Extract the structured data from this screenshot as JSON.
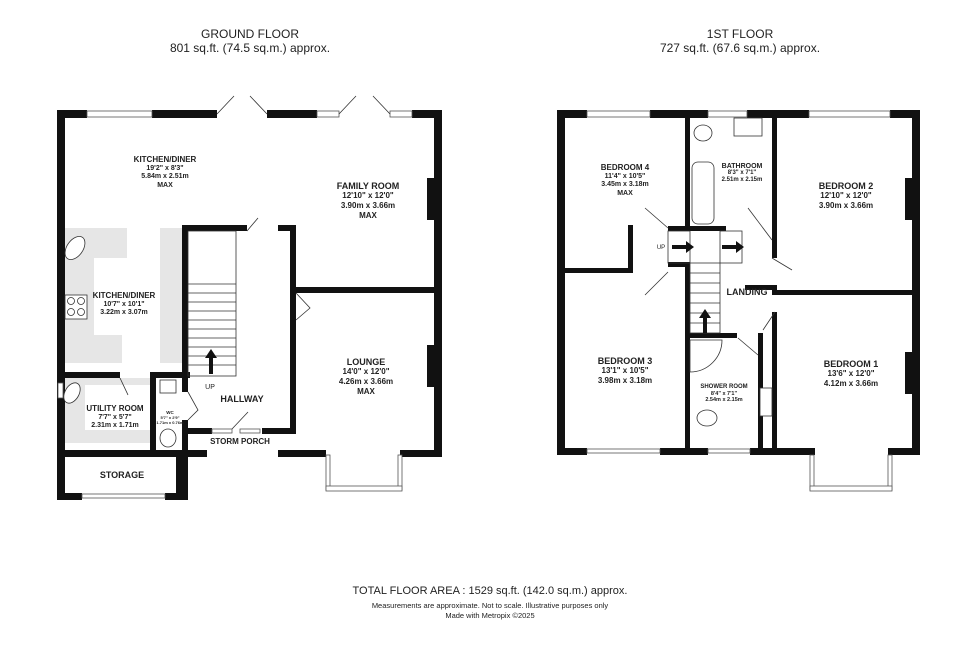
{
  "ground_floor": {
    "title": "GROUND FLOOR",
    "area": "801 sq.ft. (74.5 sq.m.) approx.",
    "rooms": [
      {
        "name": "KITCHEN/DINER",
        "imperial": "19'2\"  x 8'3\"",
        "metric": "5.84m  x 2.51m",
        "note": "MAX"
      },
      {
        "name": "FAMILY ROOM",
        "imperial": "12'10\"  x 12'0\"",
        "metric": "3.90m  x 3.66m",
        "note": "MAX"
      },
      {
        "name": "KITCHEN/DINER",
        "imperial": "10'7\"  x 10'1\"",
        "metric": "3.22m  x 3.07m",
        "note": ""
      },
      {
        "name": "LOUNGE",
        "imperial": "14'0\"  x 12'0\"",
        "metric": "4.26m  x 3.66m",
        "note": "MAX"
      },
      {
        "name": "UTILITY ROOM",
        "imperial": "7'7\"  x 5'7\"",
        "metric": "2.31m  x 1.71m",
        "note": ""
      },
      {
        "name": "WC",
        "imperial": "5'7\" x 2'9\"",
        "metric": "1.71m x 0.76m",
        "note": ""
      },
      {
        "name": "HALLWAY",
        "imperial": "",
        "metric": "",
        "note": ""
      },
      {
        "name": "STORM PORCH",
        "imperial": "",
        "metric": "",
        "note": ""
      },
      {
        "name": "STORAGE",
        "imperial": "",
        "metric": "",
        "note": ""
      }
    ],
    "stairs_label": "UP"
  },
  "first_floor": {
    "title": "1ST FLOOR",
    "area": "727 sq.ft. (67.6 sq.m.) approx.",
    "rooms": [
      {
        "name": "BEDROOM 4",
        "imperial": "11'4\"  x 10'5\"",
        "metric": "3.45m  x 3.18m",
        "note": "MAX"
      },
      {
        "name": "BATHROOM",
        "imperial": "8'3\"  x 7'1\"",
        "metric": "2.51m  x 2.15m",
        "note": ""
      },
      {
        "name": "BEDROOM 2",
        "imperial": "12'10\"  x 12'0\"",
        "metric": "3.90m  x 3.66m",
        "note": ""
      },
      {
        "name": "LANDING",
        "imperial": "",
        "metric": "",
        "note": ""
      },
      {
        "name": "BEDROOM 3",
        "imperial": "13'1\"  x 10'5\"",
        "metric": "3.98m  x 3.18m",
        "note": ""
      },
      {
        "name": "SHOWER ROOM",
        "imperial": "8'4\"  x 7'1\"",
        "metric": "2.54m  x 2.15m",
        "note": ""
      },
      {
        "name": "BEDROOM 1",
        "imperial": "13'6\"  x 12'0\"",
        "metric": "4.12m  x 3.66m",
        "note": ""
      }
    ],
    "stairs_label": "UP"
  },
  "footer": {
    "total": "TOTAL FLOOR AREA : 1529 sq.ft. (142.0 sq.m.) approx.",
    "disclaimer": "Measurements are approximate.  Not to scale.  Illustrative purposes only",
    "credit": "Made with Metropix ©2025"
  },
  "colors": {
    "wall": "#111111",
    "kitchen_worktop": "#e6e6e6",
    "background": "#ffffff"
  }
}
